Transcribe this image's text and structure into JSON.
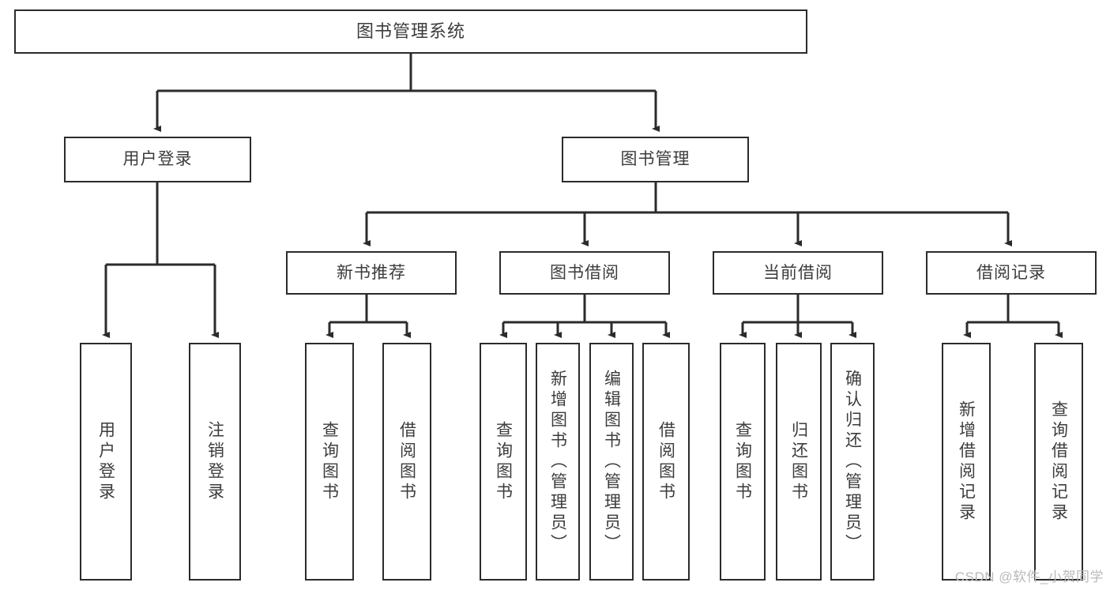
{
  "diagram": {
    "title": "图书管理系统",
    "type": "tree",
    "watermark": "CSDN @软件_小贺同学",
    "colors": {
      "box_border": "#2b2b2b",
      "box_fill": "#ffffff",
      "text": "#3c3c3c",
      "connector": "#2b2b2b",
      "watermark": "#b9b9b9",
      "background": "#ffffff"
    },
    "nodes": {
      "root": {
        "label": "图书管理系统"
      },
      "level1": [
        {
          "id": "user-login",
          "label": "用户登录"
        },
        {
          "id": "book-manage",
          "label": "图书管理"
        }
      ],
      "level2": [
        {
          "id": "new-book-recommend",
          "label": "新书推荐"
        },
        {
          "id": "book-borrow",
          "label": "图书借阅"
        },
        {
          "id": "current-borrow",
          "label": "当前借阅"
        },
        {
          "id": "borrow-record",
          "label": "借阅记录"
        }
      ],
      "leaves": {
        "user-login": [
          {
            "id": "login",
            "label": "用户登录"
          },
          {
            "id": "logout",
            "label": "注销登录"
          }
        ],
        "new-book-recommend": [
          {
            "id": "query-book-1",
            "label": "查询图书"
          },
          {
            "id": "borrow-book-1",
            "label": "借阅图书"
          }
        ],
        "book-borrow": [
          {
            "id": "query-book-2",
            "label": "查询图书"
          },
          {
            "id": "add-book",
            "label": "新增图书（管理员）"
          },
          {
            "id": "edit-book",
            "label": "编辑图书（管理员）"
          },
          {
            "id": "borrow-book-2",
            "label": "借阅图书"
          }
        ],
        "current-borrow": [
          {
            "id": "query-book-3",
            "label": "查询图书"
          },
          {
            "id": "return-book",
            "label": "归还图书"
          },
          {
            "id": "confirm-return",
            "label": "确认归还（管理员）"
          }
        ],
        "borrow-record": [
          {
            "id": "add-borrow-record",
            "label": "新增借阅记录"
          },
          {
            "id": "query-borrow-record",
            "label": "查询借阅记录"
          }
        ]
      }
    }
  }
}
